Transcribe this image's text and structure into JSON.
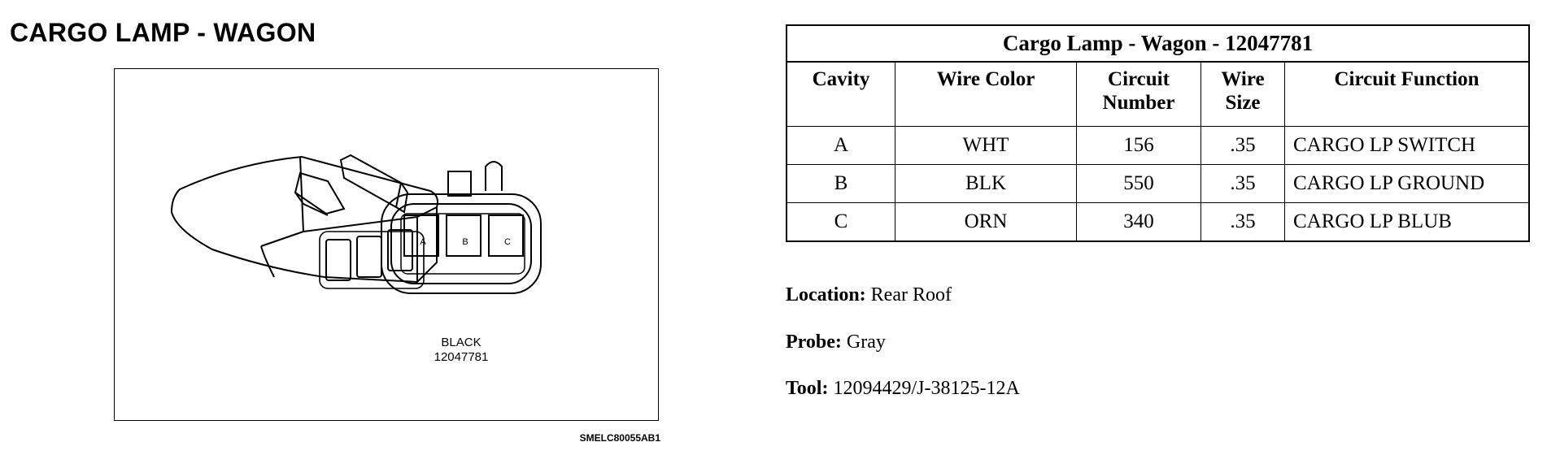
{
  "page": {
    "title": "CARGO LAMP - WAGON"
  },
  "figure": {
    "cavities": [
      "A",
      "B",
      "C"
    ],
    "color_label": "BLACK",
    "part_number": "12047781",
    "figure_id": "SMELC80055AB1"
  },
  "table": {
    "caption": "Cargo Lamp - Wagon - 12047781",
    "headers": {
      "cavity": "Cavity",
      "wire_color": "Wire Color",
      "circuit_number_1": "Circuit",
      "circuit_number_2": "Number",
      "wire_size_1": "Wire",
      "wire_size_2": "Size",
      "circuit_function": "Circuit Function"
    },
    "rows": [
      {
        "cavity": "A",
        "wire_color": "WHT",
        "circuit_number": "156",
        "wire_size": ".35",
        "circuit_function": "CARGO LP SWITCH"
      },
      {
        "cavity": "B",
        "wire_color": "BLK",
        "circuit_number": "550",
        "wire_size": ".35",
        "circuit_function": "CARGO LP GROUND"
      },
      {
        "cavity": "C",
        "wire_color": "ORN",
        "circuit_number": "340",
        "wire_size": ".35",
        "circuit_function": "CARGO LP BLUB"
      }
    ]
  },
  "info": {
    "location_label": "Location:",
    "location_value": "Rear Roof",
    "probe_label": "Probe:",
    "probe_value": "Gray",
    "tool_label": "Tool:",
    "tool_value": "12094429/J-38125-12A"
  }
}
